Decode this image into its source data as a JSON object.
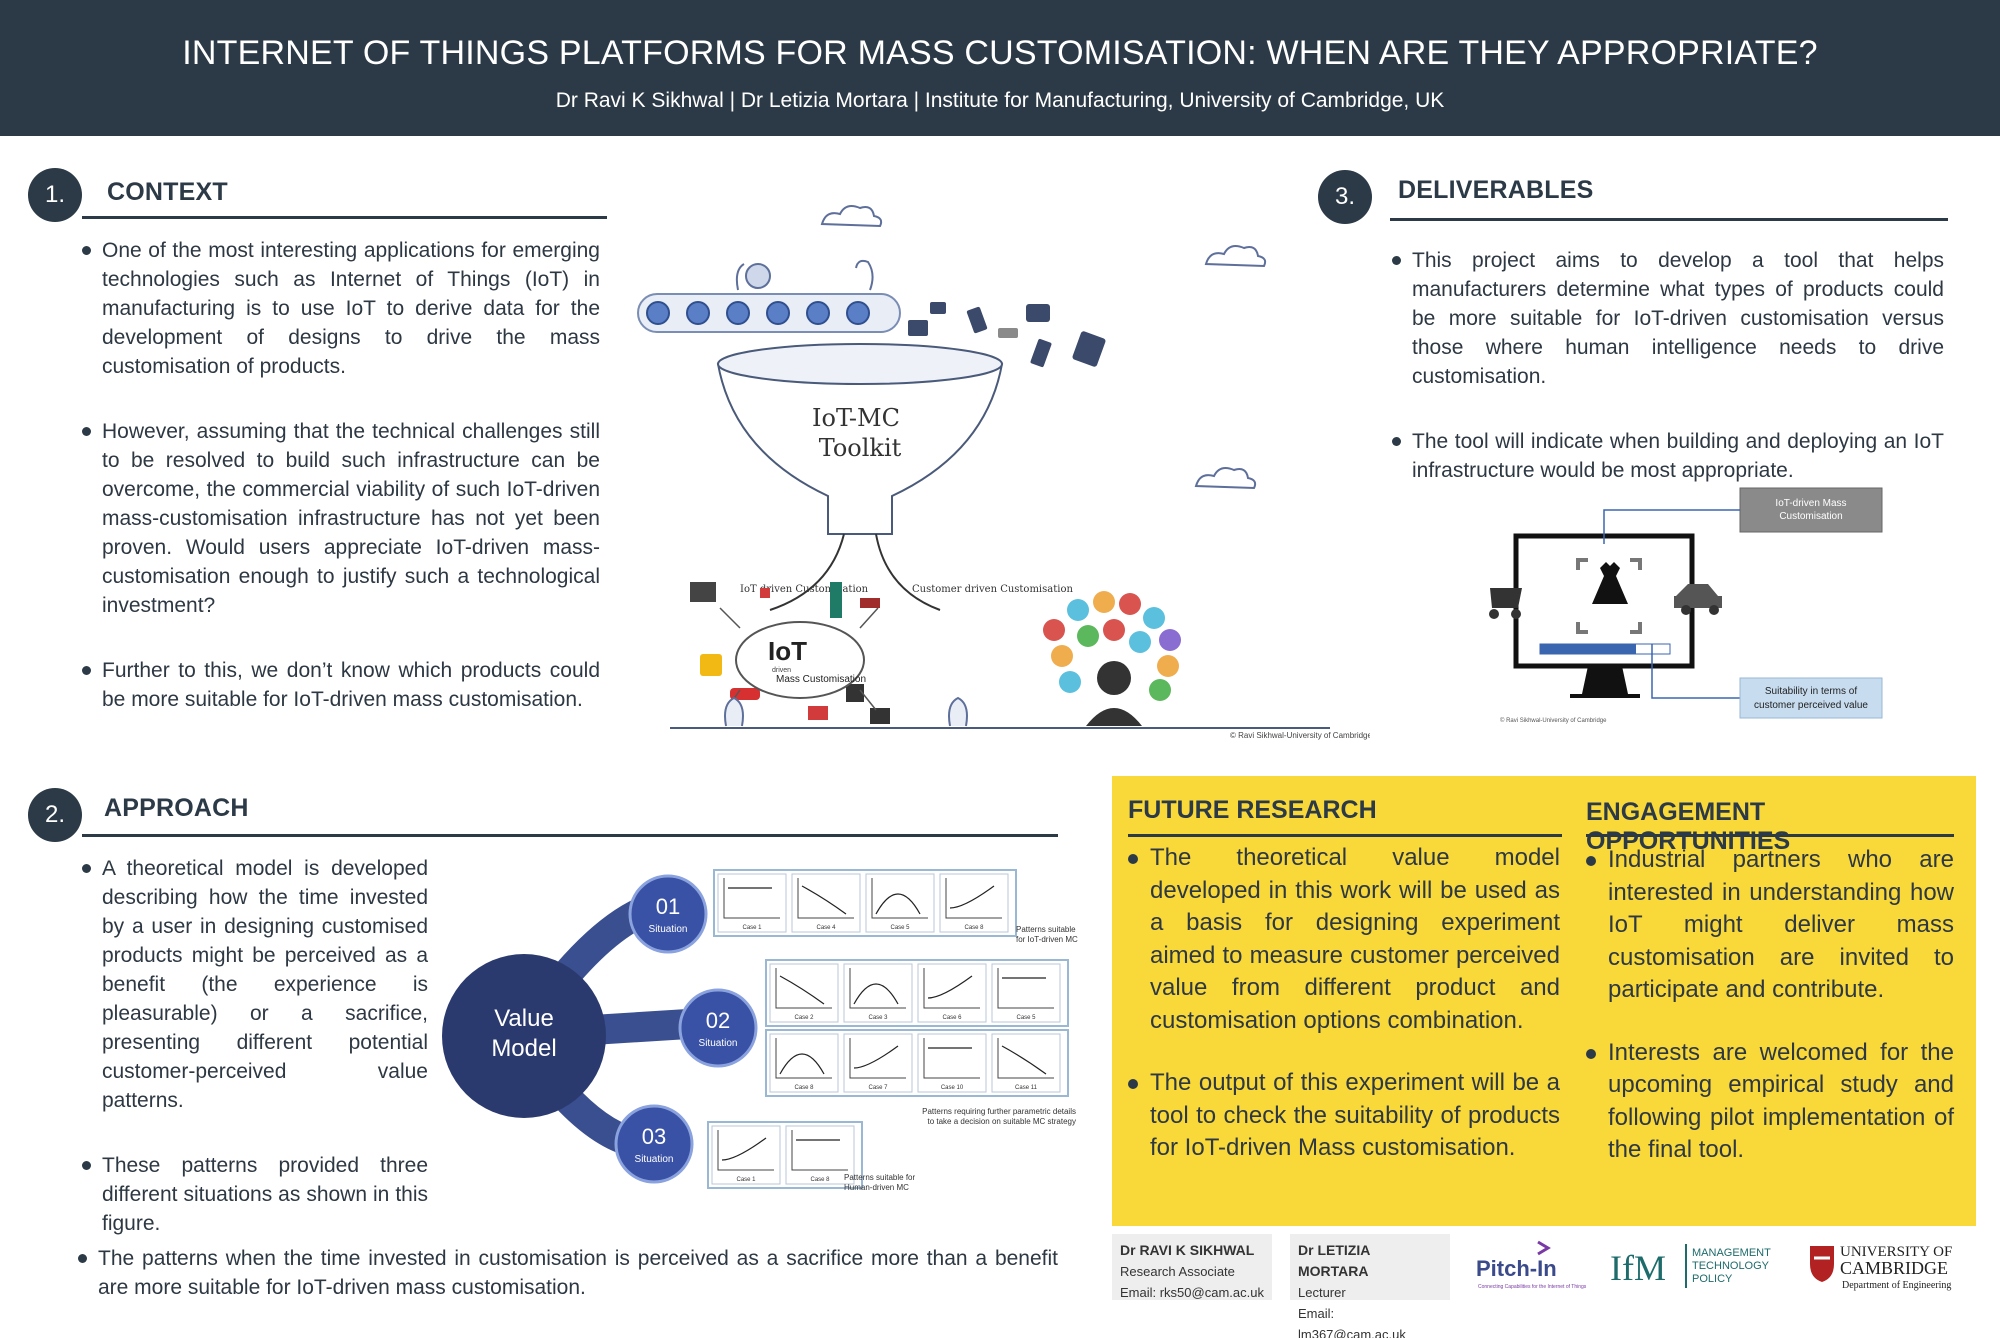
{
  "header": {
    "title": "INTERNET OF THINGS PLATFORMS FOR MASS CUSTOMISATION: WHEN ARE THEY APPROPRIATE?",
    "subtitle": "Dr Ravi K Sikhwal | Dr Letizia Mortara | Institute for Manufacturing, University of Cambridge, UK"
  },
  "context": {
    "number": "1.",
    "title": "CONTEXT",
    "bullets": [
      "One of the most interesting applications for emerging technologies such as Internet of Things (IoT) in manufacturing is to use IoT to derive data for the development of designs to drive the mass customisation of products.",
      "However, assuming that the technical challenges still to be resolved to build such infrastructure can be overcome, the commercial viability of such IoT-driven mass-customisation infrastructure has not yet been proven. Would users appreciate IoT-driven mass-customisation enough to justify such a technological investment?",
      "Further to this, we don’t know which products could be more suitable for IoT-driven mass customisation."
    ]
  },
  "center_figure": {
    "funnel_label_1": "IoT-MC",
    "funnel_label_2": "Toolkit",
    "left_branch": "IoT driven Customisation",
    "right_branch": "Customer driven Customisation",
    "iot_label": "IoT",
    "iot_sub_1": "driven",
    "iot_sub_2": "Mass Customisation",
    "copyright": "© Ravi Sikhwal-University of Cambridge"
  },
  "deliverables": {
    "number": "3.",
    "title": "DELIVERABLES",
    "bullets": [
      "This project aims to develop a tool that helps manufacturers determine what types of products could be more suitable for IoT-driven customisation versus those where human intelligence needs to drive customisation.",
      "The tool will indicate when building and deploying an IoT infrastructure would be most appropriate."
    ],
    "figure": {
      "box_top": "IoT-driven Mass Customisation",
      "box_bottom": "Suitability in terms of customer perceived value",
      "copyright": "© Ravi Sikhwal-University of Cambridge"
    }
  },
  "approach": {
    "number": "2.",
    "title": "APPROACH",
    "bullets": [
      "A theoretical model is developed describing how the time invested by a user in designing customised products might be perceived as a benefit (the experience is pleasurable) or a sacrifice, presenting different potential customer-perceived value patterns.",
      "These patterns provided three different situations as shown in this figure."
    ],
    "bottom_bullet": "The patterns when the time invested in customisation is perceived as a sacrifice more than a benefit are more suitable for IoT-driven mass customisation.",
    "diagram": {
      "center_line1": "Value",
      "center_line2": "Model",
      "situations": [
        {
          "num": "01",
          "label": "Situation"
        },
        {
          "num": "02",
          "label": "Situation"
        },
        {
          "num": "03",
          "label": "Situation"
        }
      ],
      "row1_cases": [
        "Case 1",
        "Case 4",
        "Case 5",
        "Case 8"
      ],
      "row2_cases": [
        "Case 2",
        "Case 3",
        "Case 6",
        "Case 5"
      ],
      "row3_cases": [
        "Case 8",
        "Case 7",
        "Case 10",
        "Case 11"
      ],
      "row4_cases": [
        "Case 1",
        "Case 8"
      ],
      "note1_a": "Patterns suitable",
      "note1_b": "for IoT-driven MC",
      "note2_a": "Patterns requiring further parametric details",
      "note2_b": "to take a decision on suitable MC strategy",
      "note3_a": "Patterns suitable for",
      "note3_b": "Human-driven MC"
    }
  },
  "future_research": {
    "title": "FUTURE RESEARCH",
    "bullets": [
      "The theoretical value model developed in this work will be used as a basis for designing experiment aimed to measure customer perceived value from different product and customisation options combination.",
      "The output of this experiment will be a tool to check the suitability of products for IoT-driven Mass customisation."
    ]
  },
  "engagement": {
    "title": "ENGAGEMENT OPPORTUNITIES",
    "bullets": [
      "Industrial partners who are interested in understanding how IoT might deliver mass customisation are invited to participate and contribute.",
      "Interests are welcomed for the upcoming empirical study and following pilot implementation of the final tool."
    ]
  },
  "footer": {
    "person1": {
      "name": "Dr RAVI K SIKHWAL",
      "role": "Research Associate",
      "email": "Email: rks50@cam.ac.uk"
    },
    "person2": {
      "name": "Dr LETIZIA MORTARA",
      "role": "Lecturer",
      "email": "Email: lm367@cam.ac.uk"
    },
    "logo_pitchin": "Pitch-In",
    "logo_pitchin_sub": "Connecting Capabilities for the Internet of Things",
    "logo_ifm": "IfM",
    "logo_ifm_l1": "MANAGEMENT",
    "logo_ifm_l2": "TECHNOLOGY",
    "logo_ifm_l3": "POLICY",
    "logo_uc_l1": "UNIVERSITY OF",
    "logo_uc_l2": "CAMBRIDGE",
    "logo_uc_l3": "Department of Engineering"
  },
  "colors": {
    "navy": "#2c3a47",
    "yellow": "#f9d83a",
    "diagram_blue": "#2f3f7a",
    "light_blue": "#c7dcef"
  }
}
